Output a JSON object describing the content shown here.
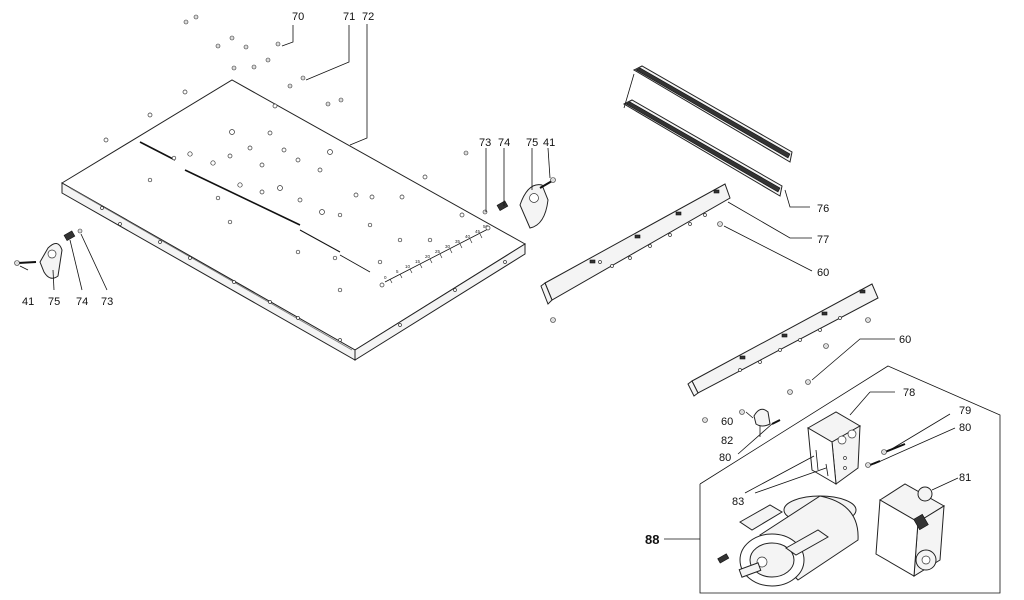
{
  "callouts": {
    "c70": "70",
    "c71": "71",
    "c72": "72",
    "c73a": "73",
    "c74a": "74",
    "c75a": "75",
    "c41a": "41",
    "c41b": "41",
    "c75b": "75",
    "c74b": "74",
    "c73b": "73",
    "c76": "76",
    "c77": "77",
    "c60a": "60",
    "c60b": "60",
    "c60c": "60",
    "c78": "78",
    "c79": "79",
    "c80a": "80",
    "c80b": "80",
    "c81": "81",
    "c82": "82",
    "c83": "83",
    "c88": "88"
  },
  "scale_marks": {
    "m0": "0",
    "m5": "5",
    "m10": "10",
    "m15": "15",
    "m20": "20",
    "m25": "25",
    "m30": "30",
    "m35": "35",
    "m40": "40",
    "m45": "45",
    "m50": "50"
  },
  "icons": {
    "table_top": "table-top-plate",
    "rail": "guide-rail",
    "bracket": "support-bracket",
    "motor": "electric-motor",
    "switch_box": "switch-box"
  }
}
